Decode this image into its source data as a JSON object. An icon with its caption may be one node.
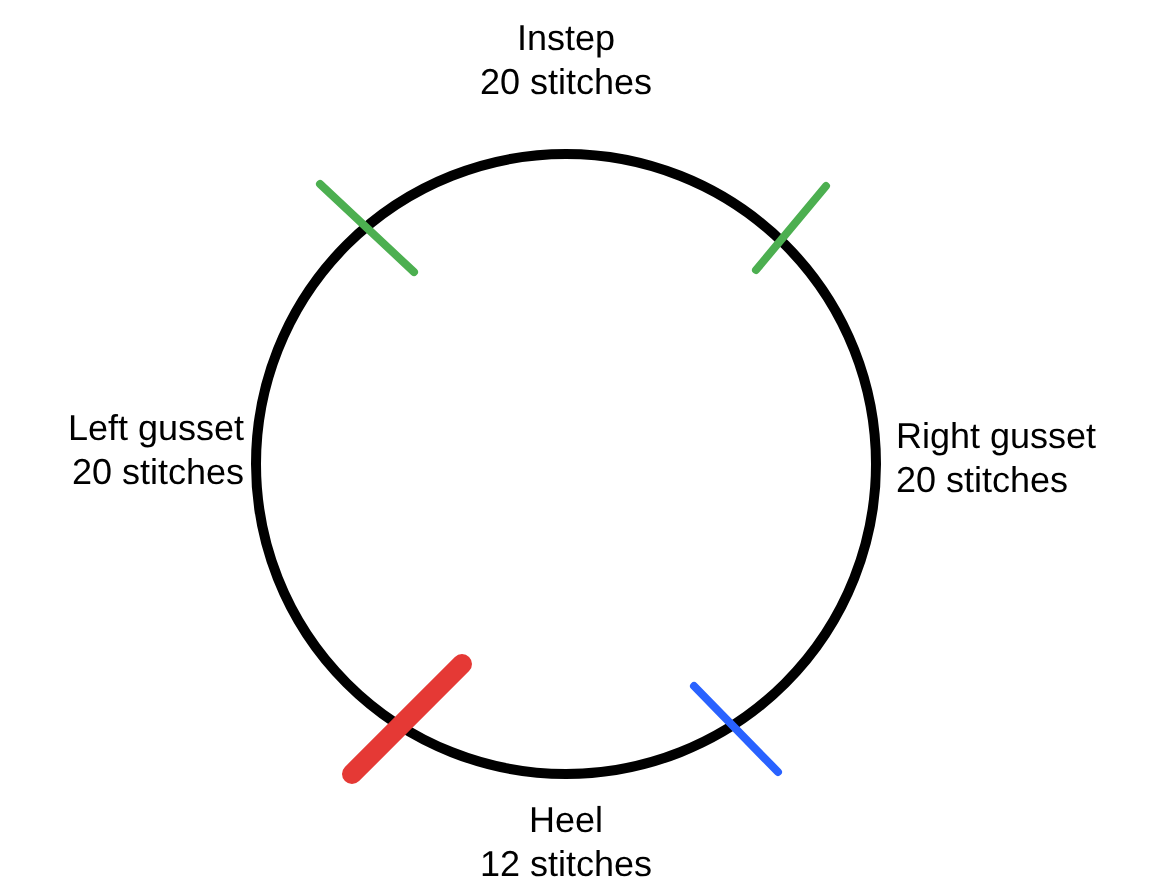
{
  "diagram": {
    "labels": [
      "Instep 20 stitches",
      "Left gusset 20 stitches",
      "Right gusset 20 stitches",
      "Heel 12 stitches"
    ]
  }
}
